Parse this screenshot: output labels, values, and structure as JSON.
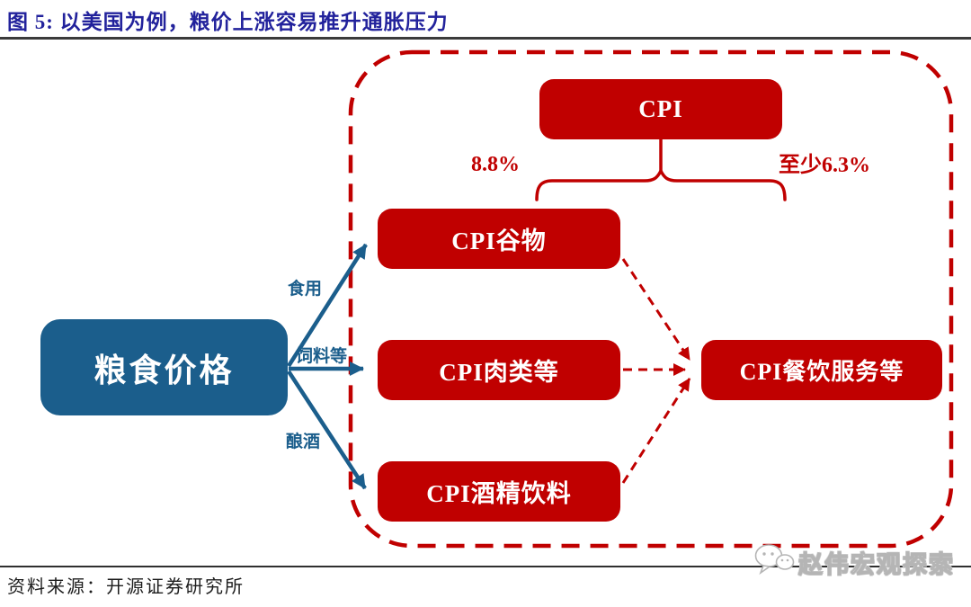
{
  "figure": {
    "title": "图 5:  以美国为例，粮价上涨容易推升通胀压力"
  },
  "diagram": {
    "source_node": {
      "label": "粮食价格"
    },
    "nodes": [
      {
        "id": "cpi",
        "label": "CPI"
      },
      {
        "id": "cpi-grain",
        "label": "CPI谷物"
      },
      {
        "id": "cpi-meat",
        "label": "CPI肉类等"
      },
      {
        "id": "cpi-alcohol",
        "label": "CPI酒精饮料"
      },
      {
        "id": "cpi-catering",
        "label": "CPI餐饮服务等"
      }
    ],
    "labels": {
      "pct_left": "8.8%",
      "pct_right": "至少6.3%",
      "edge_edible": "食用",
      "edge_feed": "饲料等",
      "edge_brew": "酿酒"
    },
    "edges": [
      {
        "from": "粮食价格",
        "to": "CPI谷物",
        "label": "食用",
        "style": "solid-blue-arrow"
      },
      {
        "from": "粮食价格",
        "to": "CPI肉类等",
        "label": "饲料等",
        "style": "solid-blue-arrow"
      },
      {
        "from": "粮食价格",
        "to": "CPI酒精饮料",
        "label": "酿酒",
        "style": "solid-blue-arrow"
      },
      {
        "from": "CPI谷物",
        "to": "CPI餐饮服务等",
        "label": "",
        "style": "dashed-red-arrow"
      },
      {
        "from": "CPI肉类等",
        "to": "CPI餐饮服务等",
        "label": "",
        "style": "dashed-red-arrow"
      },
      {
        "from": "CPI酒精饮料",
        "to": "CPI餐饮服务等",
        "label": "",
        "style": "dashed-red-arrow"
      },
      {
        "from": "CPI",
        "to": "CPI components",
        "label": "8.8% / 至少6.3%",
        "style": "brace"
      }
    ]
  },
  "footer": {
    "source": "资料来源：开源证券研究所",
    "watermark": "赵伟宏观探索"
  },
  "colors": {
    "box_red": "#c00000",
    "box_blue": "#1b5e8c",
    "title_navy": "#22229c",
    "rule_dark": "#3b3b3b"
  }
}
